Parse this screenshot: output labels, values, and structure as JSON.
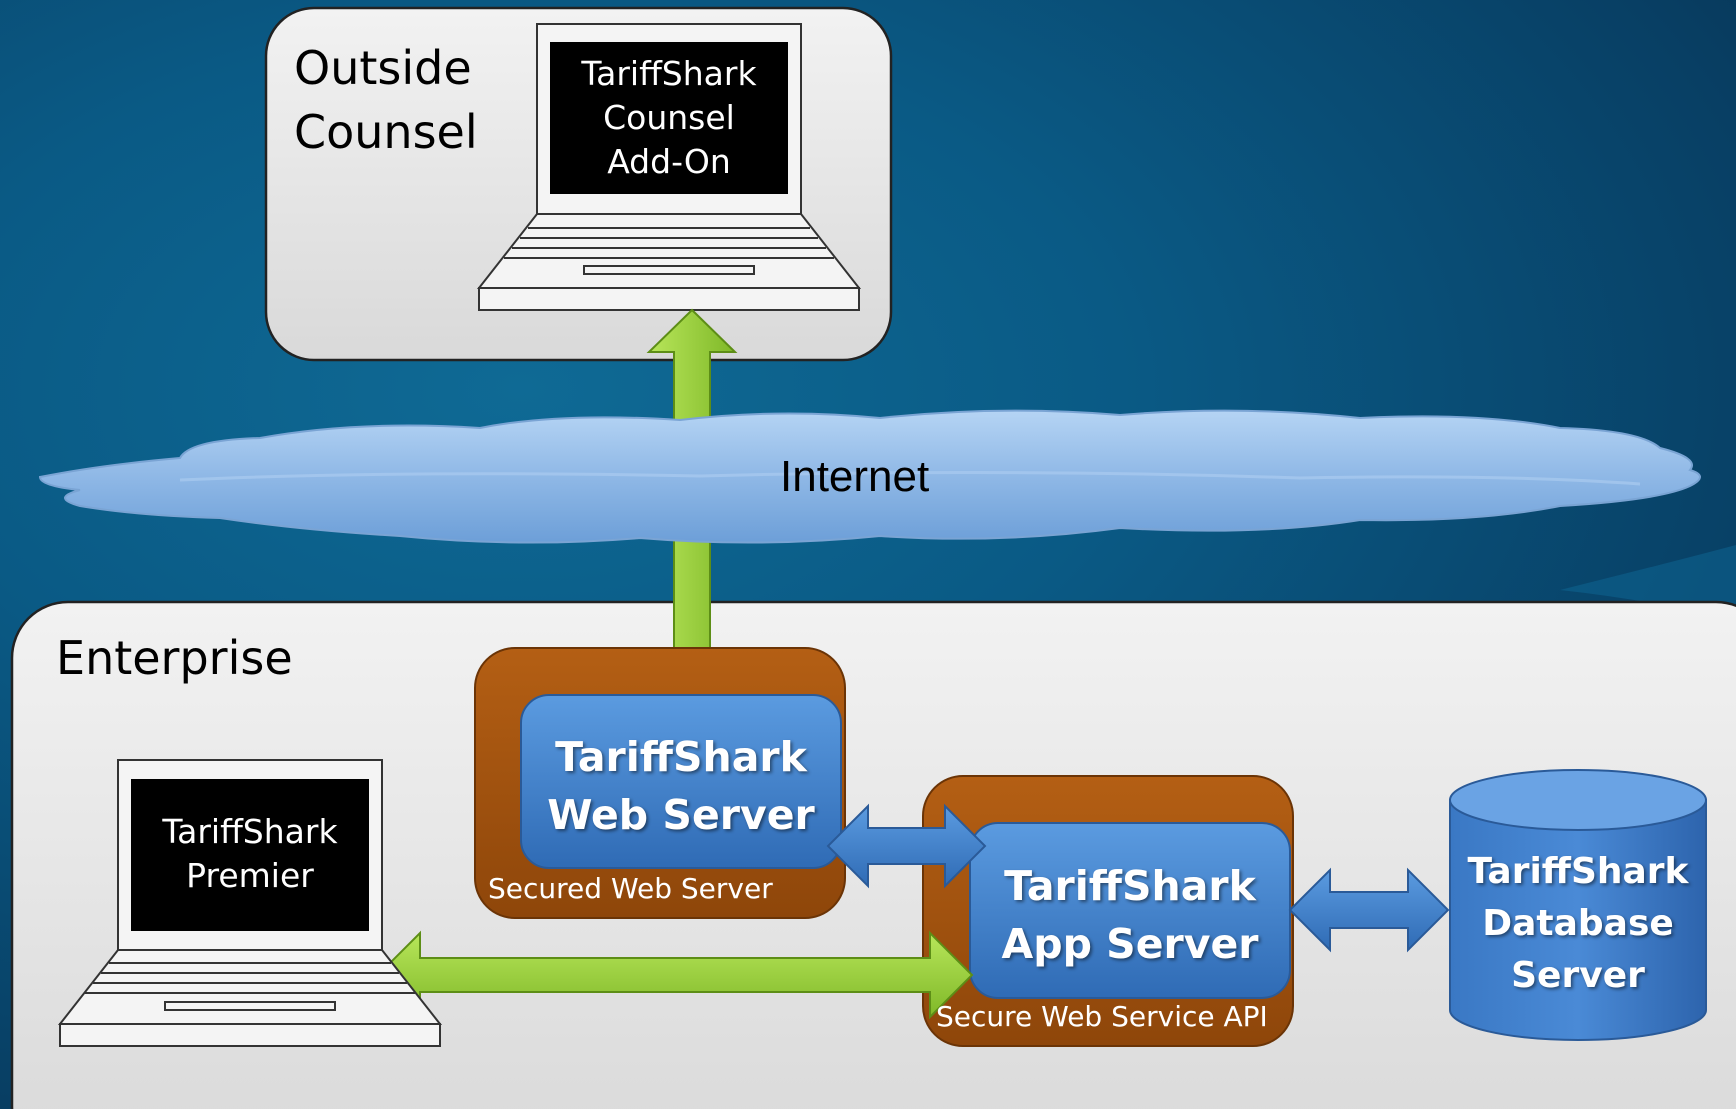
{
  "outside_counsel": {
    "title_line1": "Outside",
    "title_line2": "Counsel",
    "laptop_screen": [
      "TariffShark",
      "Counsel",
      "Add-On"
    ]
  },
  "internet": {
    "label": "Internet"
  },
  "enterprise": {
    "title": "Enterprise",
    "laptop_screen": [
      "TariffShark",
      "Premier"
    ],
    "web_server": {
      "name_line1": "TariffShark",
      "name_line2": "Web Server",
      "caption": "Secured Web Server"
    },
    "app_server": {
      "name_line1": "TariffShark",
      "name_line2": "App Server",
      "caption": "Secure Web Service API"
    },
    "database": {
      "name_line1": "TariffShark",
      "name_line2": "Database",
      "name_line3": "Server"
    }
  },
  "colors": {
    "background": "#0a5a85",
    "panel": "#e6e6e6",
    "server_box": "#4a86cc",
    "server_frame": "#a0520f",
    "green_arrow": "#9bd23a",
    "blue_arrow": "#4a86cc",
    "cloud": "#8fb8e6"
  }
}
